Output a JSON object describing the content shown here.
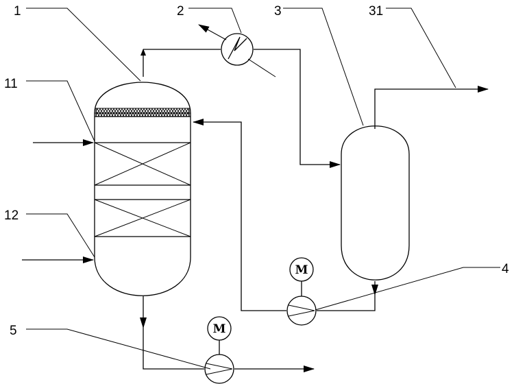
{
  "labels": {
    "reactor": "1",
    "heat_exchanger": "2",
    "separator": "3",
    "separator_outlet": "31",
    "pump_recycle": "4",
    "pump_bottom": "5",
    "feed_upper": "11",
    "feed_lower": "12"
  },
  "motor_symbol": "M",
  "colors": {
    "line": "#000000",
    "background": "#ffffff"
  }
}
